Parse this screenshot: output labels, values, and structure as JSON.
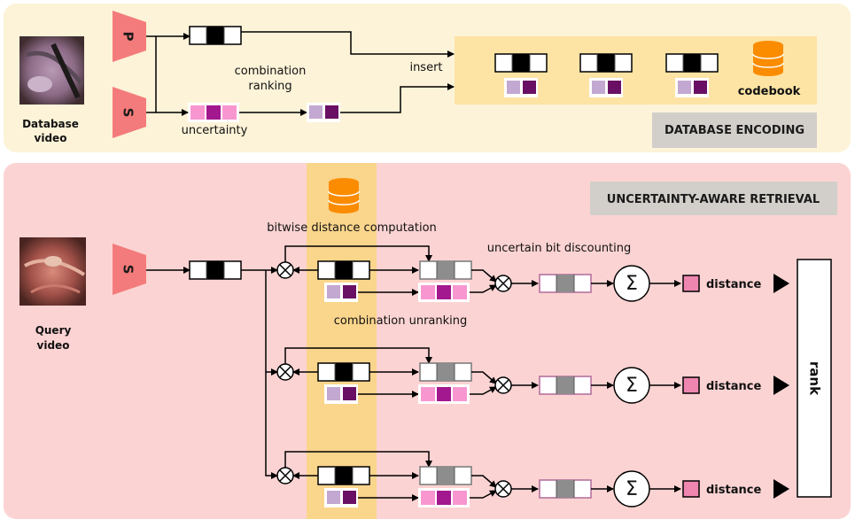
{
  "colors": {
    "top_panel": "#fdf3d8",
    "bottom_panel": "#fcd3d3",
    "codebook_area": "#fde4a4",
    "column_highlight": "#fad58c",
    "label_box": "#d2cfca",
    "encoder": "#f47b7b",
    "cylinder": "#fb8c00",
    "code_black": "#000000",
    "code_gray": "#8d8d8d",
    "light_purple": "#c3a8d1",
    "dark_purple": "#6a1064",
    "magenta": "#a3178f",
    "pink": "#f896d0",
    "dist_pink": "#ee86b0"
  },
  "top": {
    "left_label": "Database\nvideo",
    "encoder_p": "P",
    "encoder_s": "S",
    "combination_ranking": "combination\nranking",
    "uncertainty": "uncertainty",
    "insert": "insert",
    "codebook": "codebook",
    "section_title": "DATABASE ENCODING"
  },
  "bottom": {
    "left_label": "Query\nvideo",
    "encoder_s": "S",
    "section_title": "UNCERTAINTY-AWARE RETRIEVAL",
    "bitwise": "bitwise distance computation",
    "discounting": "uncertain bit discounting",
    "unranking": "combination unranking",
    "sum_symbol": "Σ",
    "distance": "distance",
    "times_symbol": "⊗",
    "rank": "rank"
  }
}
